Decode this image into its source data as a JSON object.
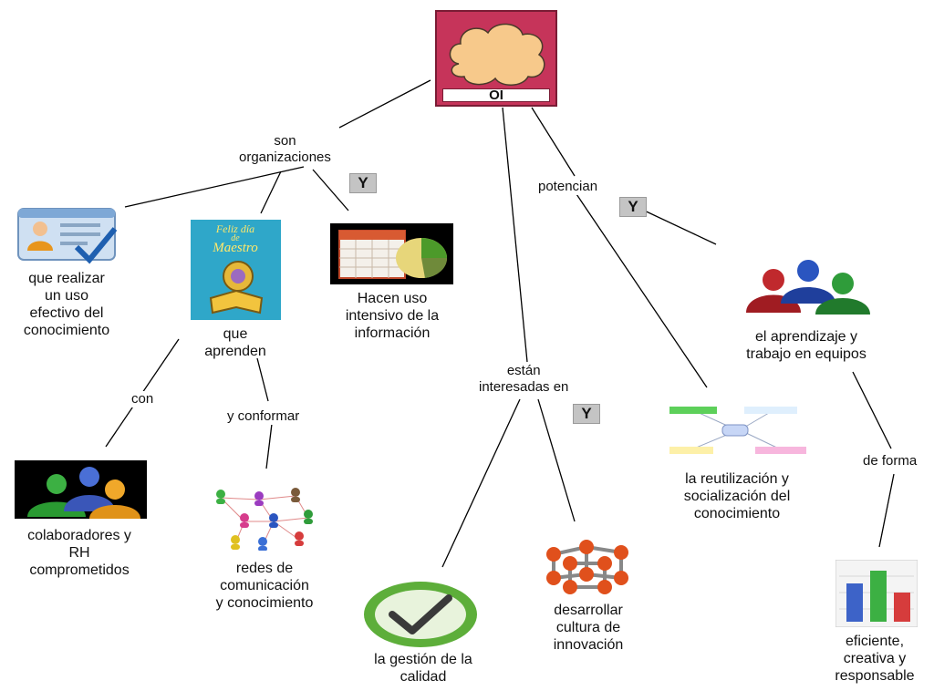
{
  "root": {
    "label": "OI"
  },
  "links": {
    "son": "son\norganizaciones",
    "potencian": "potencian",
    "estan": "están\ninteresadas en",
    "con": "con",
    "conformar": "y conformar",
    "de_forma": "de forma",
    "y": "Y"
  },
  "concepts": {
    "uso": "que realizar\nun uso\nefectivo del\nconocimiento",
    "aprenden": "que\naprenden",
    "informacion": "Hacen uso\nintensivo de la\ninformación",
    "equipos": "el aprendizaje y\ntrabajo en equipos",
    "colaboradores": "colaboradores y\nRH\ncomprometidos",
    "redes": "redes de\ncomunicación\ny conocimiento",
    "calidad": "la gestión de la\ncalidad",
    "innovacion": "desarrollar\ncultura de\ninnovación",
    "reutilizacion": "la reutilización y\nsocialización del\nconocimiento",
    "eficiente": "eficiente,\ncreativa y\nresponsable"
  },
  "book_cover": {
    "line1": "Feliz día",
    "line2": "de",
    "line3": "Maestro"
  },
  "icon_names": [
    "cloud-icon",
    "contact-card-icon",
    "book-cover-icon",
    "calendar-pie-icon",
    "people-group-icon",
    "network-people-icon",
    "checkmark-icon",
    "molecule-icon",
    "mini-map-icon",
    "bar-chart-icon"
  ],
  "colors": {
    "root_fill": "#c6345a",
    "cloud": "#f7c98b",
    "line": "#000000",
    "badge": "#c4c4c4"
  }
}
